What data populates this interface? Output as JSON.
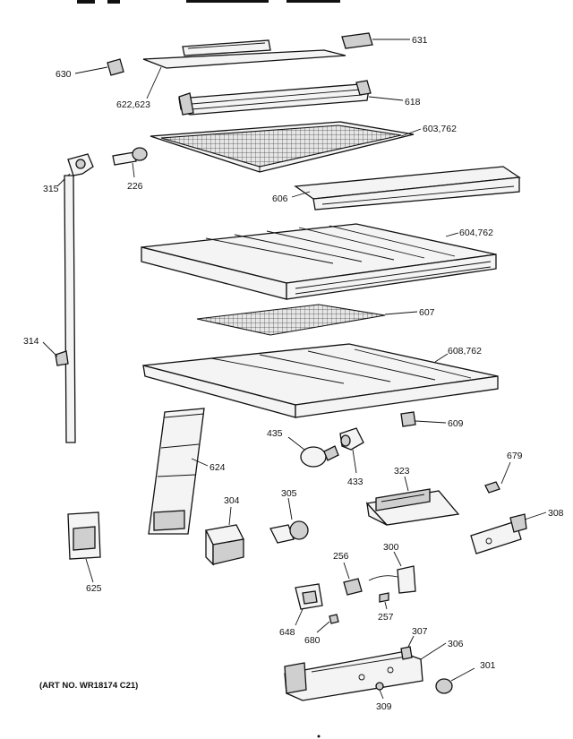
{
  "art_no": "(ART NO. WR18174 C21)",
  "labels": {
    "p631": "631",
    "p630": "630",
    "p622": "622,623",
    "p618": "618",
    "p603": "603,762",
    "p315": "315",
    "p226": "226",
    "p606": "606",
    "p604": "604,762",
    "p314": "314",
    "p607": "607",
    "p608": "608,762",
    "p609": "609",
    "p435": "435",
    "p433": "433",
    "p624": "624",
    "p323": "323",
    "p679": "679",
    "p304": "304",
    "p305": "305",
    "p308": "308",
    "p625": "625",
    "p256": "256",
    "p300": "300",
    "p257": "257",
    "p648": "648",
    "p680": "680",
    "p307": "307",
    "p306": "306",
    "p301": "301",
    "p309": "309"
  }
}
